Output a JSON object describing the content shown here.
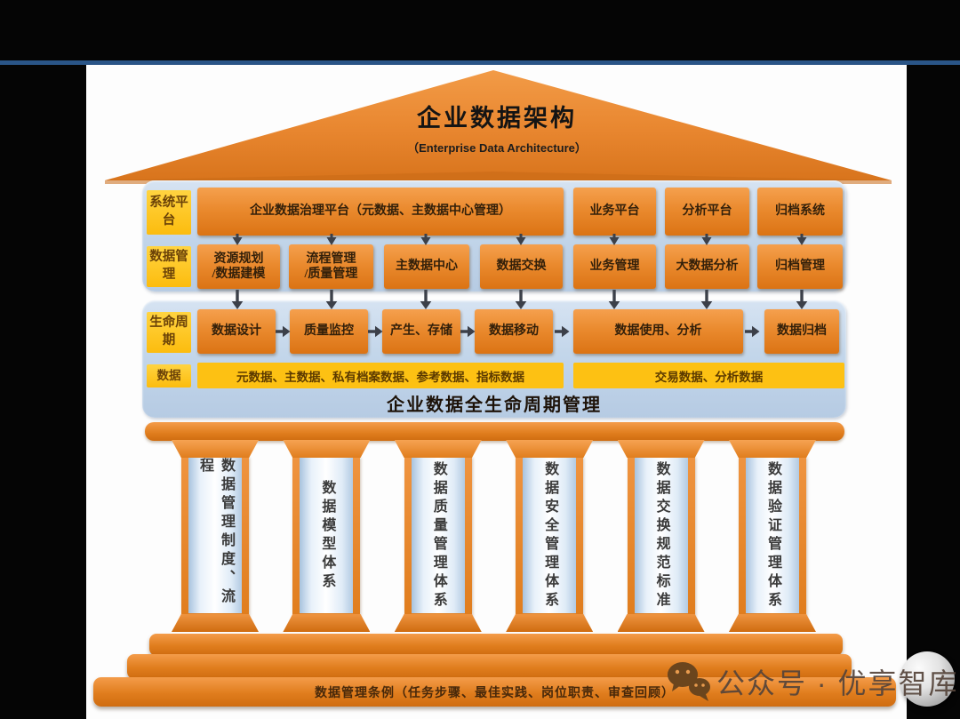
{
  "header": {
    "title": "企业数据架构",
    "subtitle": "（Enterprise Data Architecture）"
  },
  "platform_row": {
    "label": "系统平台",
    "items": [
      "企业数据治理平台（元数据、主数据中心管理）",
      "业务平台",
      "分析平台",
      "归档系统"
    ]
  },
  "management_row": {
    "label": "数据管理",
    "items": [
      "资源规划\n/数据建模",
      "流程管理\n/质量管理",
      "主数据中心",
      "数据交换",
      "业务管理",
      "大数据分析",
      "归档管理"
    ]
  },
  "lifecycle_row": {
    "label": "生命周期",
    "items": [
      "数据设计",
      "质量监控",
      "产生、存储",
      "数据移动",
      "数据使用、分析",
      "数据归档"
    ]
  },
  "data_row": {
    "label": "数据",
    "items": [
      "元数据、主数据、私有档案数据、参考数据、指标数据",
      "交易数据、分析数据"
    ]
  },
  "caption": "企业数据全生命周期管理",
  "pillars": [
    "数据管理制度、流程",
    "数据模型体系",
    "数据质量管理体系",
    "数据安全管理体系",
    "数据交换规范标准",
    "数据验证管理体系"
  ],
  "foundation": "数据管理条例（任务步骤、最佳实践、岗位职责、审查回顾）",
  "watermark": {
    "icon": "wechat-icon",
    "text": "公众号 · 优享智库"
  },
  "colors": {
    "orange": "#e8822b",
    "yellow": "#fdc113",
    "panel_blue": "#c3d6ea",
    "top_line_blue": "#2a5587",
    "arrow": "#3c4049"
  }
}
